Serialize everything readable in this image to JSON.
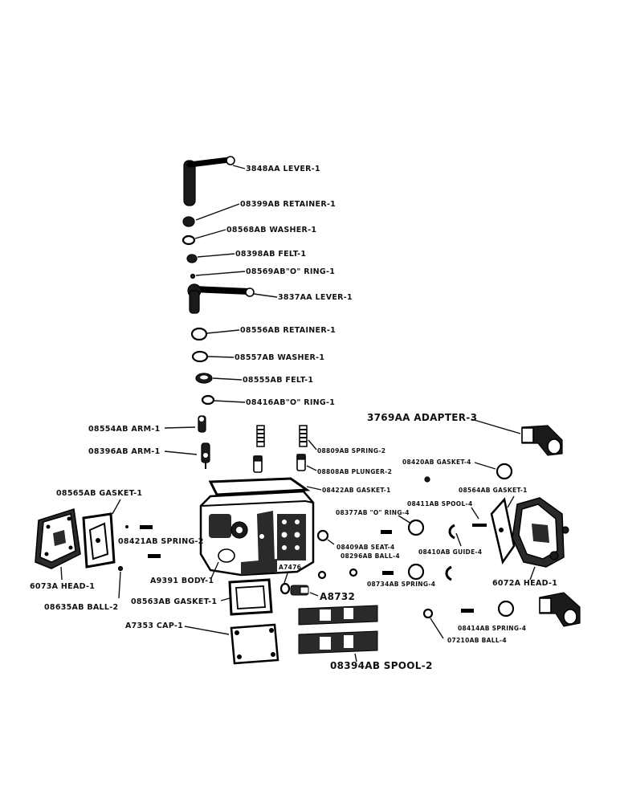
{
  "labels": {
    "lever_3848": "3848AA LEVER-1",
    "retainer_08399": "08399AB RETAINER-1",
    "washer_08568": "08568AB WASHER-1",
    "felt_08398": "08398AB FELT-1",
    "oring_08569": "08569AB\"O\" RING-1",
    "lever_3837": "3837AA LEVER-1",
    "retainer_08556": "08556AB RETAINER-1",
    "washer_08557": "08557AB WASHER-1",
    "felt_08555": "08555AB FELT-1",
    "oring_08416": "08416AB\"O\" RING-1",
    "arm_08554": "08554AB ARM-1",
    "arm_08396": "08396AB ARM-1",
    "adapter_3769": "3769AA ADAPTER-3",
    "spring_08809": "08809AB SPRING-2",
    "plunger_08808": "08808AB PLUNGER-2",
    "gasket_08420": "08420AB GASKET-4",
    "gasket_08565": "08565AB GASKET-1",
    "gasket_08422": "08422AB GASKET-1",
    "gasket_08564": "08564AB GASKET-1",
    "spool_08411": "08411AB SPOOL-4",
    "oring_08377": "08377AB \"O\" RING-4",
    "spring_08421": "08421AB SPRING-2",
    "seat_08409": "08409AB SEAT-4",
    "guide_08410": "08410AB GUIDE-4",
    "ball_08296": "08296AB BALL-4",
    "head_6073": "6073A HEAD-1",
    "body_a9391": "A9391 BODY-1",
    "a7476": "A7476",
    "spring_08734": "08734AB SPRING-4",
    "head_6072": "6072A HEAD-1",
    "ball_08635": "08635AB BALL-2",
    "gasket_08563": "08563AB GASKET-1",
    "a8732": "A8732",
    "cap_a7353": "A7353 CAP-1",
    "spring_08414": "08414AB SPRING-4",
    "ball_07210": "07210AB BALL-4",
    "spool_08394": "08394AB SPOOL-2"
  },
  "colors": {
    "ink": "#111111",
    "paper": "#ffffff"
  }
}
